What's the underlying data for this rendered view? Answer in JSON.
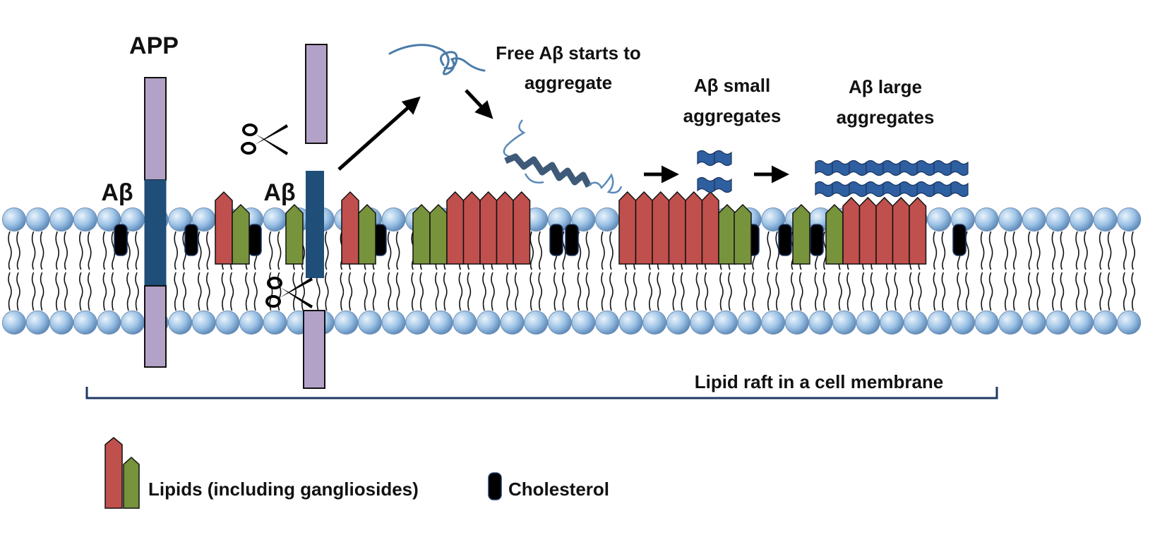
{
  "labels": {
    "app": "APP",
    "abeta_left": "Aβ",
    "abeta_mid": "Aβ",
    "free_line1": "Free Aβ starts to",
    "free_line2": "aggregate",
    "small_line1": "Aβ small",
    "small_line2": "aggregates",
    "large_line1": "Aβ large",
    "large_line2": "aggregates",
    "raft": "Lipid raft in a cell membrane"
  },
  "legend": {
    "lipids": "Lipids (including gangliosides)",
    "cholesterol": "Cholesterol"
  },
  "colors": {
    "lipid_red": "#c0504d",
    "lipid_green": "#77933c",
    "cholesterol": "#000000",
    "app_light": "#b3a2c7",
    "app_dark": "#1f4e79",
    "head": "#9dc3e6",
    "bracket": "#1f3864",
    "aggregate": "#2e5fa0",
    "peptide": "#4a7ba8"
  },
  "icons": [
    "scissors-icon",
    "arrow-icon",
    "peptide-coil-icon",
    "peptide-helix-icon",
    "aggregate-icon"
  ]
}
